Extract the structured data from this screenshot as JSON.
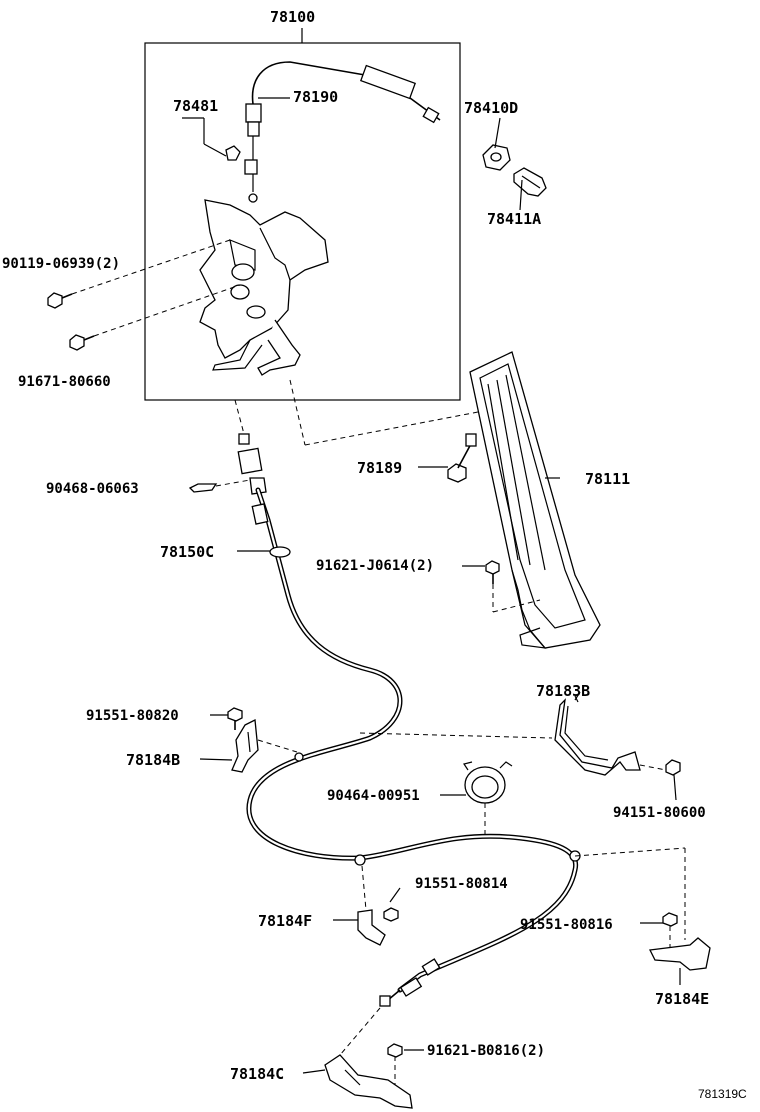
{
  "diagram_id": "781319C",
  "labels": {
    "assembly": "78100",
    "p78481": "78481",
    "p78190": "78190",
    "p78410D": "78410D",
    "p78411A": "78411A",
    "p90119": "90119-06939(2)",
    "p91671": "91671-80660",
    "p90468": "90468-06063",
    "p78189": "78189",
    "p78111": "78111",
    "p78150C": "78150C",
    "p91621J": "91621-J0614(2)",
    "p78183B": "78183B",
    "p91551_820": "91551-80820",
    "p78184B": "78184B",
    "p90464": "90464-00951",
    "p94151": "94151-80600",
    "p91551_814": "91551-80814",
    "p78184F": "78184F",
    "p91551_816": "91551-80816",
    "p78184E": "78184E",
    "p91621B": "91621-B0816(2)",
    "p78184C": "78184C"
  }
}
